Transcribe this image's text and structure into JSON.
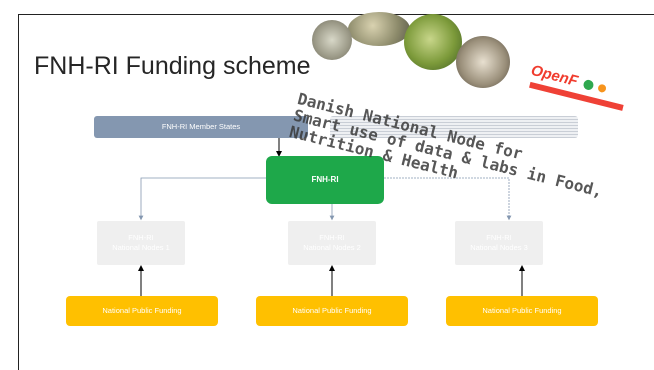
{
  "slide": {
    "title": "FNH-RI Funding scheme"
  },
  "diagram": {
    "member_states": "FNH-RI Member States",
    "central": "FNH-RI",
    "nodes": [
      {
        "line1": "FNH-RI",
        "line2": "National Nodes 1"
      },
      {
        "line1": "FNH-RI",
        "line2": "National Nodes 2"
      },
      {
        "line1": "FNH-RI",
        "line2": "National Nodes 3"
      }
    ],
    "funding": [
      "National Public Funding",
      "National Public Funding",
      "National Public Funding"
    ]
  },
  "overlay": {
    "stamp_lines": [
      "Danish National Node for",
      "Smart use of data & labs in Food,",
      "Nutrition & Health"
    ],
    "logo_text": "OpenF"
  },
  "colors": {
    "member_states": "#8497b0",
    "central": "#1ea84a",
    "nodes": "#efefef",
    "funding": "#ffc000"
  }
}
